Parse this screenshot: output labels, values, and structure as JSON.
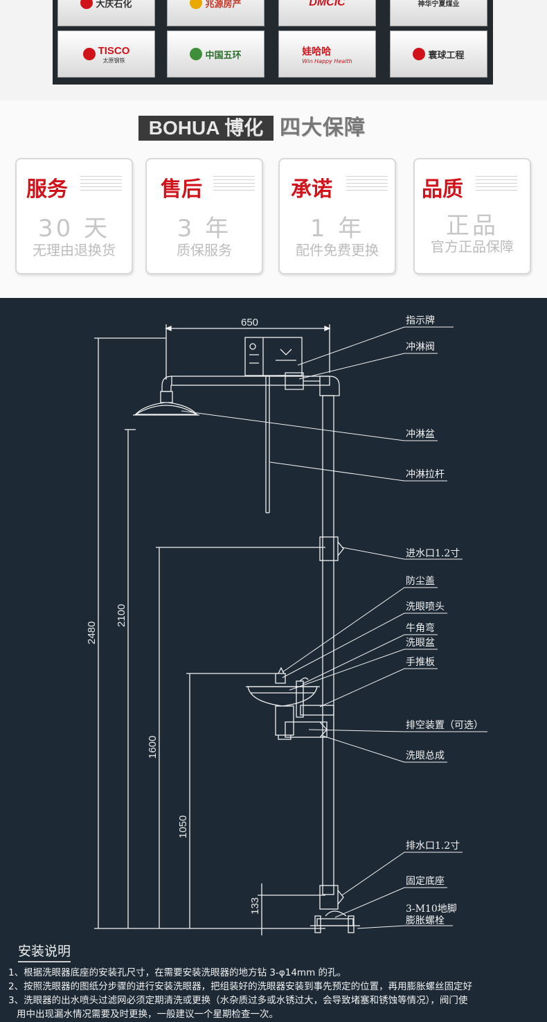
{
  "clients": {
    "row1": [
      "大庆石化",
      "兆源房产",
      "DMCIC",
      "神华宁夏煤业"
    ],
    "row2": [
      {
        "name": "TISCO",
        "sub": "太原钢铁"
      },
      {
        "name": "中国五环",
        "sub": ""
      },
      {
        "name": "娃哈哈",
        "sub": "Win Happy Health"
      },
      {
        "name": "寰球工程",
        "sub": ""
      }
    ]
  },
  "guarantee": {
    "brand": "BOHUA 博化",
    "heading": "四大保障",
    "cards": [
      {
        "title": "服务",
        "big": "30 天",
        "small": "无理由退换货"
      },
      {
        "title": "售后",
        "big": "3 年",
        "small": "质保服务"
      },
      {
        "title": "承诺",
        "big": "1 年",
        "small": "配件免费更换"
      },
      {
        "title": "品质",
        "big": "正品",
        "small": "官方正品保障"
      }
    ]
  },
  "drawing": {
    "dimensions": {
      "width": "650",
      "total_height": "2480",
      "shower_height": "2100",
      "eyewash_height": "1600",
      "inlet_height": "1050",
      "base_height": "133"
    },
    "callouts": [
      "指示牌",
      "冲淋阀",
      "冲淋盆",
      "冲淋拉杆",
      "进水口1.2寸",
      "防尘盖",
      "洗眼喷头",
      "牛角弯",
      "洗眼盆",
      "手推板",
      "排空装置（可选）",
      "洗眼总成",
      "排水口1.2寸",
      "固定底座",
      "3-M10地脚",
      "膨胀螺栓"
    ]
  },
  "install": {
    "title": "安装说明",
    "notes": [
      "1、根据洗眼器底座的安装孔尺寸，在需要安装洗眼器的地方钻 3-φ14mm 的孔。",
      "2、按照洗眼器的图纸分步骤的进行安装洗眼器，把组装好的洗眼器安装到事先预定的位置，再用膨胀螺丝固定好",
      "3、洗眼器的出水喷头过滤网必须定期清洗或更换（水杂质过多或水锈过大，会导致堵塞和锈蚀等情况），阀门使",
      "用中出现漏水情况需要及时更换，一般建议一个星期检查一次。"
    ]
  }
}
